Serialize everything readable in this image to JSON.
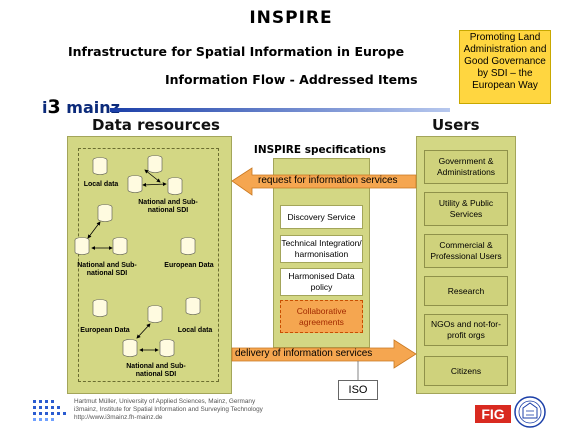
{
  "header": {
    "title": "INSPIRE",
    "subtitle1": "Infrastructure for Spatial Information in Europe",
    "subtitle2": "Information Flow - Addressed Items",
    "promo": "Promoting Land Administration and Good Governance by SDI – the European Way",
    "logo_i": "i",
    "logo_num": "3",
    "logo_word": " mainz"
  },
  "sections": {
    "data_resources": "Data resources",
    "users": "Users",
    "spec_title": "INSPIRE specifications"
  },
  "data_labels": {
    "local1": "Local data",
    "national1": "National and Sub-national SDI",
    "national2": "National and Sub-national SDI",
    "european1": "European Data",
    "european2": "European Data",
    "local2": "Local data",
    "national3": "National and Sub-national SDI"
  },
  "spec_items": [
    "Discovery Service",
    "Technical Integration/ harmonisation",
    "Harmonised Data policy",
    "Collaborative agreements"
  ],
  "users_items": [
    "Government & Administrations",
    "Utility & Public Services",
    "Commercial & Professional Users",
    "Research",
    "NGOs and not-for-profit orgs",
    "Citizens"
  ],
  "arrows": {
    "request": "request for information services",
    "delivery": "delivery of information services"
  },
  "iso": "ISO",
  "footer": {
    "line1": "Hartmut Müller, University of Applied Sciences, Mainz, Germany",
    "line2": "i3mainz, Institute for Spatial Information and Surveying Technology",
    "line3": "http://www.i3mainz.fh-mainz.de"
  },
  "fig_logo": "FIG",
  "colors": {
    "panel": "#d3d784",
    "arrow": "#f5a650",
    "promo": "#ffd640",
    "accent": "#0b2a7a"
  }
}
